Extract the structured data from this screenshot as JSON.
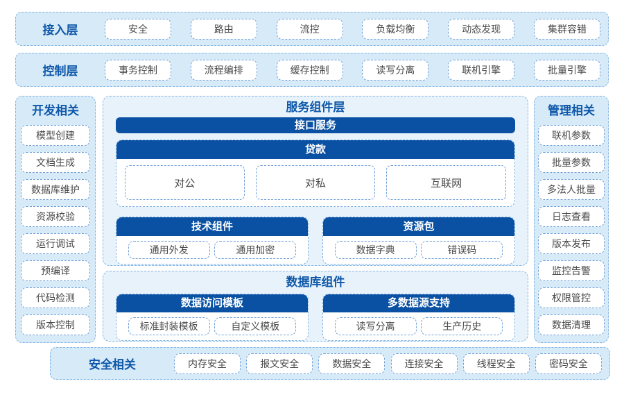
{
  "colors": {
    "accent_dark_blue": "#0a51a3",
    "title_blue": "#0d57a9",
    "band_fill": "#d7eaf8",
    "panel_fill": "#e8f2fb",
    "dashed_border": "#83b5e4",
    "pill_border": "#6d9ed8",
    "pill_text": "#4a4a4a"
  },
  "rows": {
    "access": {
      "label": "接入层",
      "items": [
        "安全",
        "路由",
        "流控",
        "负载均衡",
        "动态发现",
        "集群容错"
      ]
    },
    "control": {
      "label": "控制层",
      "items": [
        "事务控制",
        "流程编排",
        "缓存控制",
        "读写分离",
        "联机引擎",
        "批量引擎"
      ]
    },
    "security": {
      "label": "安全相关",
      "items": [
        "内存安全",
        "报文安全",
        "数据安全",
        "连接安全",
        "线程安全",
        "密码安全"
      ]
    }
  },
  "sidebars": {
    "dev": {
      "title": "开发相关",
      "items": [
        "模型创建",
        "文档生成",
        "数据库维护",
        "资源校验",
        "运行调试",
        "预编译",
        "代码检测",
        "版本控制"
      ]
    },
    "mgmt": {
      "title": "管理相关",
      "items": [
        "联机参数",
        "批量参数",
        "多法人批量",
        "日志查看",
        "版本发布",
        "监控告警",
        "权限管控",
        "数据清理"
      ]
    }
  },
  "service_layer": {
    "title": "服务组件层",
    "interface_bar": "接口服务",
    "loan_card": {
      "header": "贷款",
      "items": [
        "对公",
        "对私",
        "互联网"
      ]
    },
    "tech_card": {
      "header": "技术组件",
      "items": [
        "通用外发",
        "通用加密"
      ]
    },
    "resource_card": {
      "header": "资源包",
      "items": [
        "数据字典",
        "错误码"
      ]
    }
  },
  "db_layer": {
    "title": "数据库组件",
    "access_template_card": {
      "header": "数据访问模板",
      "items": [
        "标准封装模板",
        "自定义模板"
      ]
    },
    "multi_source_card": {
      "header": "多数据源支持",
      "items": [
        "读写分离",
        "生产历史"
      ]
    }
  }
}
